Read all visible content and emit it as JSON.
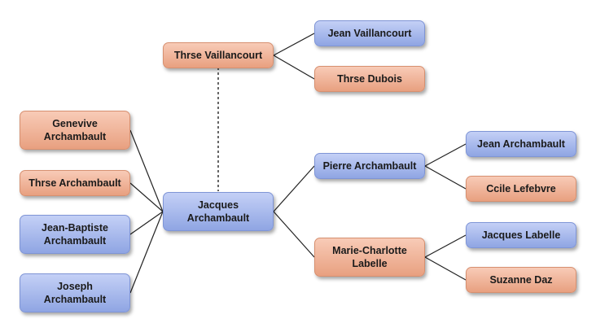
{
  "colors": {
    "female": "#eaa587",
    "male": "#97abe8",
    "line": "#222222"
  },
  "people": {
    "therese_v": "Thrse Vaillancourt",
    "jean_v": "Jean Vaillancourt",
    "therese_d": "Thrse Dubois",
    "genevive_a": "Genevive Archambault",
    "therese_a": "Thrse Archambault",
    "jean_baptiste_a": "Jean-Baptiste Archambault",
    "joseph_a": "Joseph Archambault",
    "jacques_a": "Jacques Archambault",
    "pierre_a": "Pierre Archambault",
    "marie_charlotte_l": "Marie-Charlotte Labelle",
    "jean_a": "Jean Archambault",
    "cecile_l": "Ccile Lefebvre",
    "jacques_l": "Jacques Labelle",
    "suzanne_d": "Suzanne Daz"
  }
}
